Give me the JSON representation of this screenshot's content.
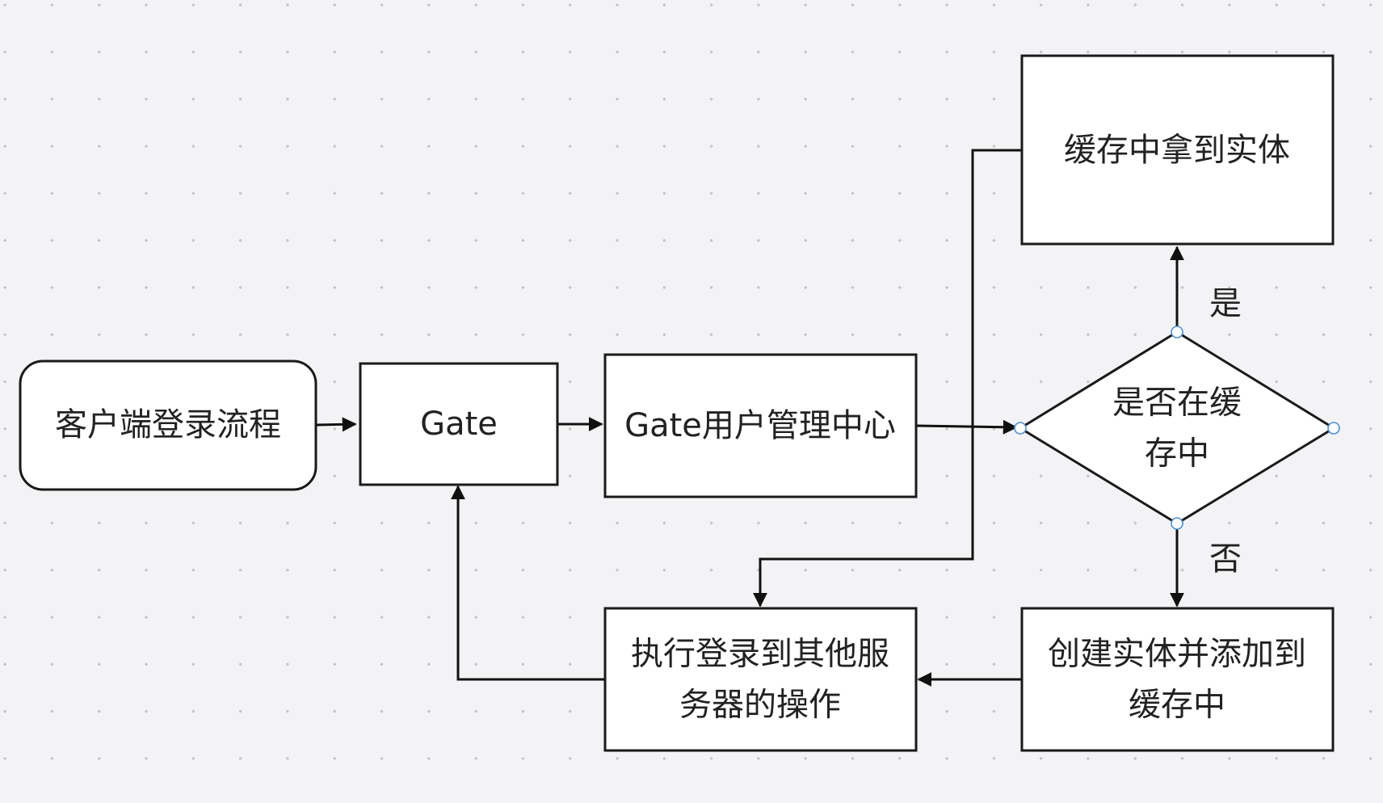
{
  "nodes": {
    "client_login": {
      "lines": [
        "客户端登录流程"
      ]
    },
    "gate": {
      "lines": [
        "Gate"
      ]
    },
    "user_manager": {
      "lines": [
        "Gate用户管理中心"
      ]
    },
    "cache_check": {
      "lines": [
        "是否在缓",
        "存中"
      ]
    },
    "get_from_cache": {
      "lines": [
        "缓存中拿到实体"
      ]
    },
    "create_entity": {
      "lines": [
        "创建实体并添加到",
        "缓存中"
      ]
    },
    "login_others": {
      "lines": [
        "执行登录到其他服",
        "务器的操作"
      ]
    }
  },
  "edge_labels": {
    "yes": "是",
    "no": "否"
  },
  "colors": {
    "background": "#f3f3f5",
    "grid_dot": "#c4c4c8",
    "node_fill": "#ffffff",
    "stroke": "#1a1a1a",
    "text": "#222222",
    "selection_handle": "#4a90d9"
  }
}
